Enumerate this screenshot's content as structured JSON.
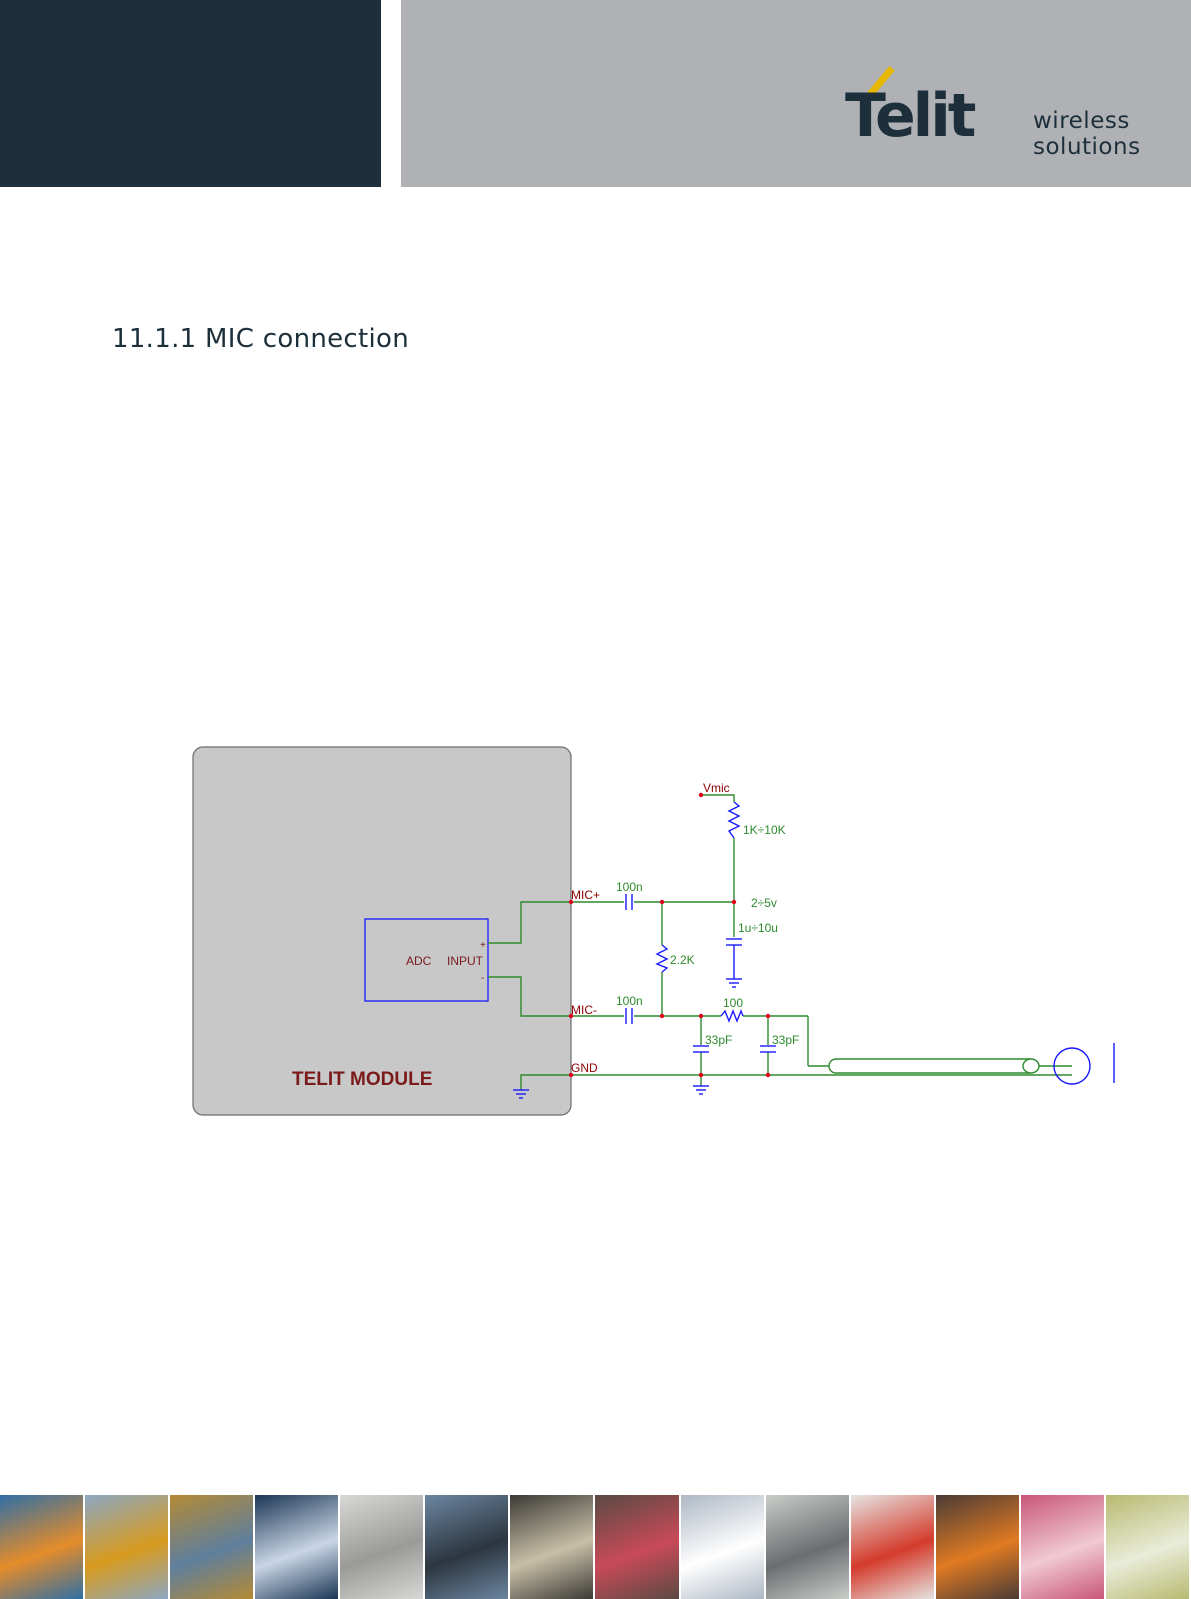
{
  "brand": {
    "logo_text": "Telit",
    "tagline_line1": "wireless",
    "tagline_line2": "solutions",
    "colors": {
      "dark": "#1c2f3b",
      "grey": "#afb1b4",
      "accent": "#e8b800"
    }
  },
  "section": {
    "title": "11.1.1 MIC connection"
  },
  "schematic": {
    "module_label": "TELIT MODULE",
    "adc_label": "ADC",
    "input_label": "INPUT",
    "plus_sign": "+",
    "minus_sign": "-",
    "pins": {
      "mic_plus": "MIC+",
      "mic_minus": "MIC-",
      "gnd": "GND"
    },
    "components": {
      "vmic": "Vmic",
      "r_bias": "1K÷10K",
      "bias_voltage": "2÷5v",
      "c_filter": "1u÷10u",
      "c_top": "100n",
      "c_bottom": "100n",
      "r_load": "2.2K",
      "r_series": "100",
      "c_shunt1": "33pF",
      "c_shunt2": "33pF"
    },
    "colors": {
      "wire": "#2e8b2e",
      "component": "#1a1aff",
      "junction": "#e0001b",
      "label_pin": "#8b0000",
      "module_fill": "#c8c8c9"
    }
  },
  "footer": {
    "tiles": [
      {
        "name": "tile-traffic",
        "color": "#2f6fa6",
        "accent": "#e58c2a"
      },
      {
        "name": "tile-sos-phone",
        "color": "#8ca8c4",
        "accent": "#d79a1e"
      },
      {
        "name": "tile-containers",
        "color": "#b48a34",
        "accent": "#5f7f9d"
      },
      {
        "name": "tile-led-clock",
        "color": "#1b3654",
        "accent": "#c9d6e6"
      },
      {
        "name": "tile-keyboard",
        "color": "#d8d8d6",
        "accent": "#9a9a98"
      },
      {
        "name": "tile-cyclist",
        "color": "#6c86a1",
        "accent": "#2c3640"
      },
      {
        "name": "tile-card",
        "color": "#3c3a36",
        "accent": "#c7bfa6"
      },
      {
        "name": "tile-vending",
        "color": "#5a4a42",
        "accent": "#c84a58"
      },
      {
        "name": "tile-wind-turbines",
        "color": "#aeb8c4",
        "accent": "#ffffff"
      },
      {
        "name": "tile-meters",
        "color": "#c9ccc8",
        "accent": "#6b6e70"
      },
      {
        "name": "tile-laser",
        "color": "#e6e4e2",
        "accent": "#d43b2c"
      },
      {
        "name": "tile-train",
        "color": "#4a3b36",
        "accent": "#e07a22"
      },
      {
        "name": "tile-magazines",
        "color": "#c9557a",
        "accent": "#f0c9d4"
      },
      {
        "name": "tile-camera",
        "color": "#b7ba70",
        "accent": "#e9ecd8"
      }
    ]
  }
}
